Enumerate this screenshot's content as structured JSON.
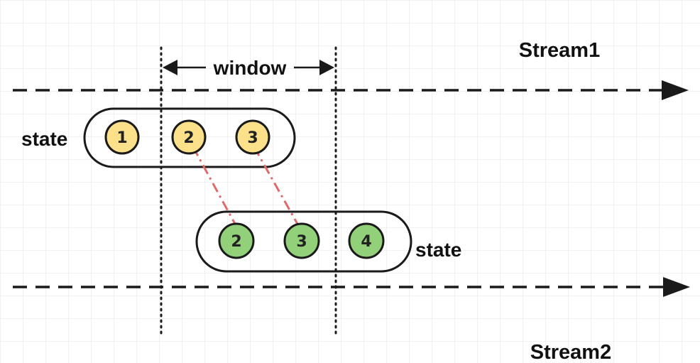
{
  "stream1": {
    "label": "Stream1"
  },
  "stream2": {
    "label": "Stream2"
  },
  "window": {
    "label": "window"
  },
  "state_top": {
    "label": "state",
    "nodes": [
      "1",
      "2",
      "3"
    ]
  },
  "state_bottom": {
    "label": "state",
    "nodes": [
      "2",
      "3",
      "4"
    ]
  },
  "colors": {
    "grid": "#e6e6e6",
    "line": "#1a1a1a",
    "yellow_fill": "#fde08a",
    "green_fill": "#93d07a",
    "join_link": "#e06a6a"
  }
}
